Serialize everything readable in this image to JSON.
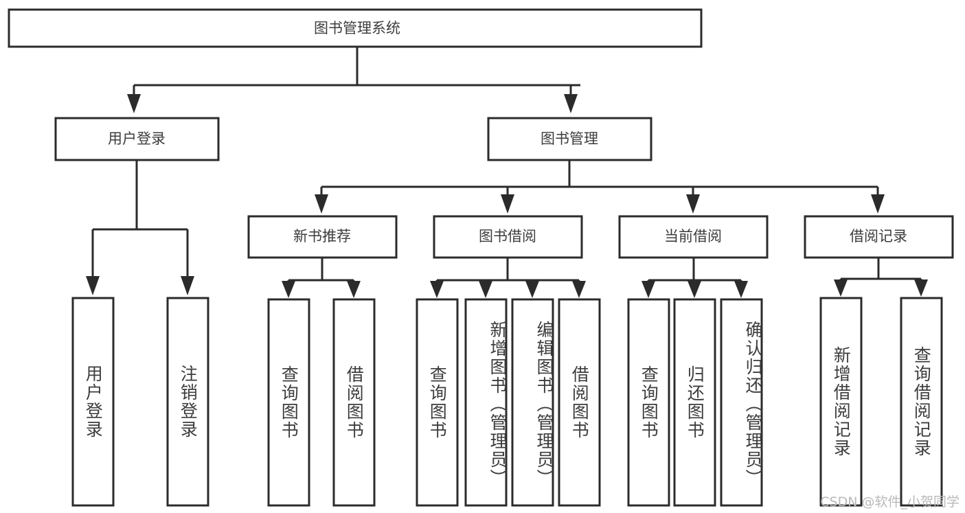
{
  "diagram": {
    "type": "tree-hierarchy-chart",
    "title_node": {
      "label": "图书管理系统"
    },
    "level2": [
      {
        "id": "user-login",
        "label": "用户登录"
      },
      {
        "id": "book-management",
        "label": "图书管理"
      }
    ],
    "level3": [
      {
        "id": "new-book-recommend",
        "label": "新书推荐",
        "parent": "book-management"
      },
      {
        "id": "book-borrow",
        "label": "图书借阅",
        "parent": "book-management"
      },
      {
        "id": "current-borrow",
        "label": "当前借阅",
        "parent": "book-management"
      },
      {
        "id": "borrow-record",
        "label": "借阅记录",
        "parent": "book-management"
      }
    ],
    "leaves": {
      "user-login": [
        {
          "id": "leaf-user-login",
          "label": "用户登录"
        },
        {
          "id": "leaf-logout-login",
          "label": "注销登录"
        }
      ],
      "new-book-recommend": [
        {
          "id": "leaf-query-book-1",
          "label": "查询图书"
        },
        {
          "id": "leaf-borrow-book-1",
          "label": "借阅图书"
        }
      ],
      "book-borrow": [
        {
          "id": "leaf-query-book-2",
          "label": "查询图书"
        },
        {
          "id": "leaf-add-book",
          "label": "新增图书（管理员）"
        },
        {
          "id": "leaf-edit-book",
          "label": "编辑图书（管理员）"
        },
        {
          "id": "leaf-borrow-book-2",
          "label": "借阅图书"
        }
      ],
      "current-borrow": [
        {
          "id": "leaf-query-book-3",
          "label": "查询图书"
        },
        {
          "id": "leaf-return-book",
          "label": "归还图书"
        },
        {
          "id": "leaf-confirm-return",
          "label": "确认归还（管理员）"
        }
      ],
      "borrow-record": [
        {
          "id": "leaf-add-record",
          "label": "新增借阅记录"
        },
        {
          "id": "leaf-query-record",
          "label": "查询借阅记录"
        }
      ]
    },
    "colors": {
      "stroke": "#2b2b2b",
      "box_fill": "#ffffff",
      "text": "#3c3c3c",
      "background": "#ffffff",
      "watermark": "#b8b8b8"
    }
  },
  "watermark": {
    "text": "CSDN @软件_小贺同学"
  }
}
